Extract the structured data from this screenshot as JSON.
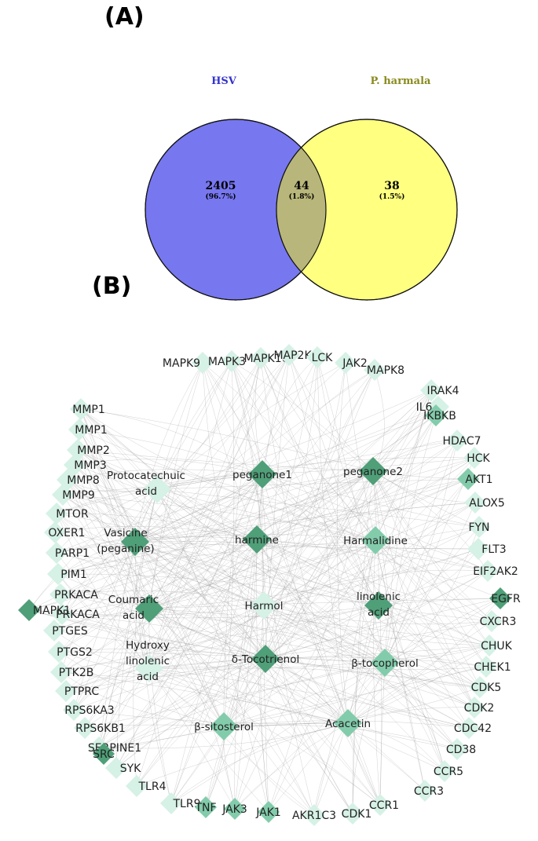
{
  "panels": {
    "a_label": "(A)",
    "b_label": "(B)"
  },
  "venn": {
    "sets": [
      {
        "name": "HSV",
        "color": "#7777f0",
        "title_color": "#3333cc"
      },
      {
        "name": "P. harmala",
        "color": "#ffff80",
        "title_color": "#8a8a1f"
      }
    ],
    "overlap_color": "#b8b67a",
    "regions": [
      {
        "count": "2405",
        "percent": "(96.7%)"
      },
      {
        "count": "44",
        "percent": "(1.8%)"
      },
      {
        "count": "38",
        "percent": "(1.5%)"
      }
    ]
  },
  "network": {
    "colors": {
      "dark": "#4f9f78",
      "medium": "#83ccab",
      "light": "#d6f1e6",
      "edge": "#9a9a9a"
    },
    "compounds": [
      {
        "lines": [
          "Protocatechuic",
          "acid"
        ],
        "shade": "light"
      },
      {
        "lines": [
          "peganone1"
        ],
        "shade": "dark"
      },
      {
        "lines": [
          "peganone2"
        ],
        "shade": "dark"
      },
      {
        "lines": [
          "Vasicine",
          "(peganine)"
        ],
        "shade": "dark"
      },
      {
        "lines": [
          "harmine"
        ],
        "shade": "dark"
      },
      {
        "lines": [
          "Harmalidine"
        ],
        "shade": "medium"
      },
      {
        "lines": [
          "Coumaric",
          "acid"
        ],
        "shade": "dark"
      },
      {
        "lines": [
          "Harmol"
        ],
        "shade": "light"
      },
      {
        "lines": [
          "linolenic",
          "acid"
        ],
        "shade": "dark"
      },
      {
        "lines": [
          "Hydroxy",
          "linolenic",
          "acid"
        ],
        "shade": "light"
      },
      {
        "lines": [
          "δ-Tocotrienol"
        ],
        "shade": "dark"
      },
      {
        "lines": [
          "β-tocopherol"
        ],
        "shade": "medium"
      },
      {
        "lines": [
          "β-sitosterol"
        ],
        "shade": "medium"
      },
      {
        "lines": [
          "Acacetin"
        ],
        "shade": "medium"
      }
    ],
    "targets": [
      {
        "name": "MAPK9",
        "shade": "light"
      },
      {
        "name": "MAPK3",
        "shade": "light"
      },
      {
        "name": "MAPK10",
        "shade": "light"
      },
      {
        "name": "MAP2K1",
        "shade": "light"
      },
      {
        "name": "LCK",
        "shade": "light"
      },
      {
        "name": "JAK2",
        "shade": "light"
      },
      {
        "name": "MAPK8",
        "shade": "light"
      },
      {
        "name": "MMP1",
        "shade": "light"
      },
      {
        "name": "IRAK4",
        "shade": "light"
      },
      {
        "name": "MMP1",
        "shade": "light"
      },
      {
        "name": "IL6",
        "shade": "light"
      },
      {
        "name": "MMP2",
        "shade": "light"
      },
      {
        "name": "IKBKB",
        "shade": "medium"
      },
      {
        "name": "MMP3",
        "shade": "light"
      },
      {
        "name": "HDAC7",
        "shade": "light"
      },
      {
        "name": "MMP8",
        "shade": "light"
      },
      {
        "name": "HCK",
        "shade": "light"
      },
      {
        "name": "MMP9",
        "shade": "light"
      },
      {
        "name": "AKT1",
        "shade": "medium"
      },
      {
        "name": "MTOR",
        "shade": "light"
      },
      {
        "name": "ALOX5",
        "shade": "light"
      },
      {
        "name": "OXER1",
        "shade": "light"
      },
      {
        "name": "FYN",
        "shade": "light"
      },
      {
        "name": "PARP1",
        "shade": "light"
      },
      {
        "name": "PIM1",
        "shade": "light"
      },
      {
        "name": "FLT3",
        "shade": "light"
      },
      {
        "name": "PRKACA",
        "shade": "light"
      },
      {
        "name": "EIF2AK2",
        "shade": "light"
      },
      {
        "name": "PRKACA",
        "shade": "light"
      },
      {
        "name": "MAPK1",
        "shade": "dark"
      },
      {
        "name": "EGFR",
        "shade": "dark"
      },
      {
        "name": "PTGES",
        "shade": "light"
      },
      {
        "name": "CXCR3",
        "shade": "light"
      },
      {
        "name": "PTGS2",
        "shade": "light"
      },
      {
        "name": "CHUK",
        "shade": "light"
      },
      {
        "name": "PTK2B",
        "shade": "light"
      },
      {
        "name": "CHEK1",
        "shade": "light"
      },
      {
        "name": "PTPRC",
        "shade": "light"
      },
      {
        "name": "CDK5",
        "shade": "light"
      },
      {
        "name": "RPS6KA3",
        "shade": "light"
      },
      {
        "name": "CDK2",
        "shade": "light"
      },
      {
        "name": "RPS6KB1",
        "shade": "light"
      },
      {
        "name": "CDC42",
        "shade": "light"
      },
      {
        "name": "SERPINE1",
        "shade": "light"
      },
      {
        "name": "CD38",
        "shade": "light"
      },
      {
        "name": "SRC",
        "shade": "dark"
      },
      {
        "name": "CCR5",
        "shade": "light"
      },
      {
        "name": "SYK",
        "shade": "light"
      },
      {
        "name": "CCR3",
        "shade": "light"
      },
      {
        "name": "TLR4",
        "shade": "light"
      },
      {
        "name": "TLR9",
        "shade": "light"
      },
      {
        "name": "CCR1",
        "shade": "light"
      },
      {
        "name": "TNF",
        "shade": "medium"
      },
      {
        "name": "JAK3",
        "shade": "medium"
      },
      {
        "name": "JAK1",
        "shade": "medium"
      },
      {
        "name": "AKR1C3",
        "shade": "light"
      },
      {
        "name": "CDK1",
        "shade": "light"
      }
    ]
  }
}
